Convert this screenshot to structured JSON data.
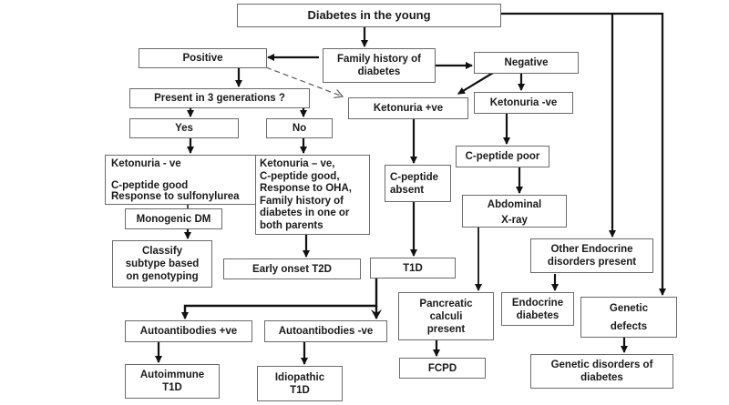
{
  "diagram": {
    "title": "Diabetes in the young",
    "nodes": {
      "root": "Diabetes in the young",
      "family_history": "Family history of\ndiabetes",
      "positive": "Positive",
      "negative": "Negative",
      "three_generations": "Present in 3 generations ?",
      "yes": "Yes",
      "no": "No",
      "ketonuria_pos": "Ketonuria +ve",
      "ketonuria_neg": "Ketonuria -ve",
      "yes_criteria": "Ketonuria - ve\n\n C-peptide good\nResponse to sulfonylurea",
      "no_criteria": "Ketonuria – ve,\nC-peptide good,\nResponse to OHA,\nFamily history of\ndiabetes in one or\nboth parents",
      "cpeptide_poor": "C-peptide poor",
      "cpeptide_absent": "C-peptide\nabsent",
      "abdominal_xray": "Abdominal\nX-ray",
      "monogenic_dm": "Monogenic DM",
      "classify_subtype": "Classify\nsubtype based\non genotyping",
      "early_onset_t2d": "Early onset T2D",
      "t1d": "T1D",
      "other_endocrine": "Other Endocrine\ndisorders present",
      "pancreatic_calculi": "Pancreatic\ncalculi\npresent",
      "endocrine_diabetes": "Endocrine\ndiabetes",
      "genetic_defects": "Genetic\ndefects",
      "autoantibodies_pos": "Autoantibodies +ve",
      "autoantibodies_neg": "Autoantibodies -ve",
      "fcpd": "FCPD",
      "genetic_disorders": "Genetic disorders of\ndiabetes",
      "autoimmune_t1d": "Autoimmune\nT1D",
      "idiopathic_t1d": "Idiopathic\nT1D"
    },
    "edges": [
      {
        "from": "root",
        "to": "family_history",
        "style": "solid"
      },
      {
        "from": "family_history",
        "to": "positive",
        "style": "solid"
      },
      {
        "from": "family_history",
        "to": "negative",
        "style": "solid"
      },
      {
        "from": "positive",
        "to": "three_generations",
        "style": "solid"
      },
      {
        "from": "positive",
        "to": "ketonuria_pos",
        "style": "dashed"
      },
      {
        "from": "three_generations",
        "to": "yes",
        "style": "solid"
      },
      {
        "from": "three_generations",
        "to": "no",
        "style": "solid"
      },
      {
        "from": "negative",
        "to": "ketonuria_pos",
        "style": "solid"
      },
      {
        "from": "negative",
        "to": "ketonuria_neg",
        "style": "solid"
      },
      {
        "from": "yes",
        "to": "yes_criteria",
        "style": "solid"
      },
      {
        "from": "no",
        "to": "no_criteria",
        "style": "solid"
      },
      {
        "from": "yes_criteria",
        "to": "monogenic_dm",
        "style": "solid"
      },
      {
        "from": "monogenic_dm",
        "to": "classify_subtype",
        "style": "solid"
      },
      {
        "from": "no_criteria",
        "to": "early_onset_t2d",
        "style": "solid"
      },
      {
        "from": "ketonuria_pos",
        "to": "cpeptide_absent",
        "style": "solid"
      },
      {
        "from": "cpeptide_absent",
        "to": "t1d",
        "style": "solid"
      },
      {
        "from": "ketonuria_neg",
        "to": "cpeptide_poor",
        "style": "solid"
      },
      {
        "from": "cpeptide_poor",
        "to": "abdominal_xray",
        "style": "solid"
      },
      {
        "from": "abdominal_xray",
        "to": "pancreatic_calculi",
        "style": "solid"
      },
      {
        "from": "pancreatic_calculi",
        "to": "fcpd",
        "style": "solid"
      },
      {
        "from": "t1d",
        "to": "autoantibodies_pos",
        "style": "solid"
      },
      {
        "from": "t1d",
        "to": "autoantibodies_neg",
        "style": "solid"
      },
      {
        "from": "autoantibodies_pos",
        "to": "autoimmune_t1d",
        "style": "solid"
      },
      {
        "from": "autoantibodies_neg",
        "to": "idiopathic_t1d",
        "style": "solid"
      },
      {
        "from": "root",
        "to": "other_endocrine",
        "style": "solid"
      },
      {
        "from": "root",
        "to": "genetic_defects",
        "style": "solid"
      },
      {
        "from": "other_endocrine",
        "to": "endocrine_diabetes",
        "style": "solid"
      },
      {
        "from": "genetic_defects",
        "to": "genetic_disorders",
        "style": "solid"
      }
    ]
  }
}
